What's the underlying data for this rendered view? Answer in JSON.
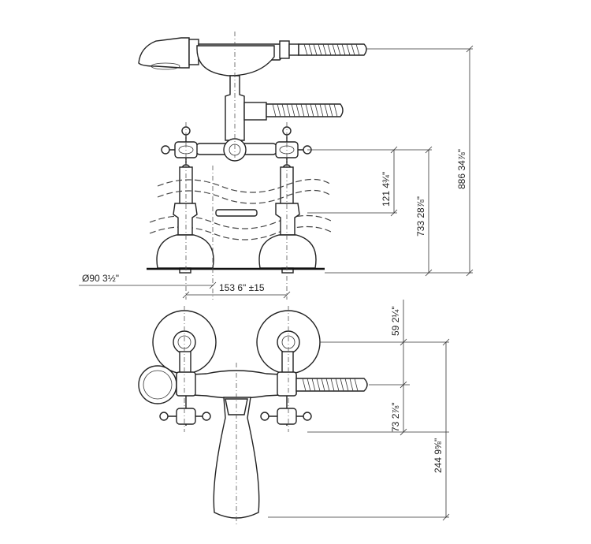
{
  "dimensions": {
    "overall_height": "886",
    "overall_height_in": "34⅞\"",
    "deck_to_handle": "733",
    "deck_to_handle_in": "28⅞\"",
    "handle_offset": "121",
    "handle_offset_in": "4¾\"",
    "base_diameter": "Ø90",
    "base_diameter_in": "3½\"",
    "centers": "153",
    "centers_in": "6\"",
    "centers_tol": "±15",
    "plan_back": "59",
    "plan_back_in": "2¼\"",
    "plan_front": "73",
    "plan_front_in": "2⅞\"",
    "plan_depth": "244",
    "plan_depth_in": "9⅝\""
  }
}
